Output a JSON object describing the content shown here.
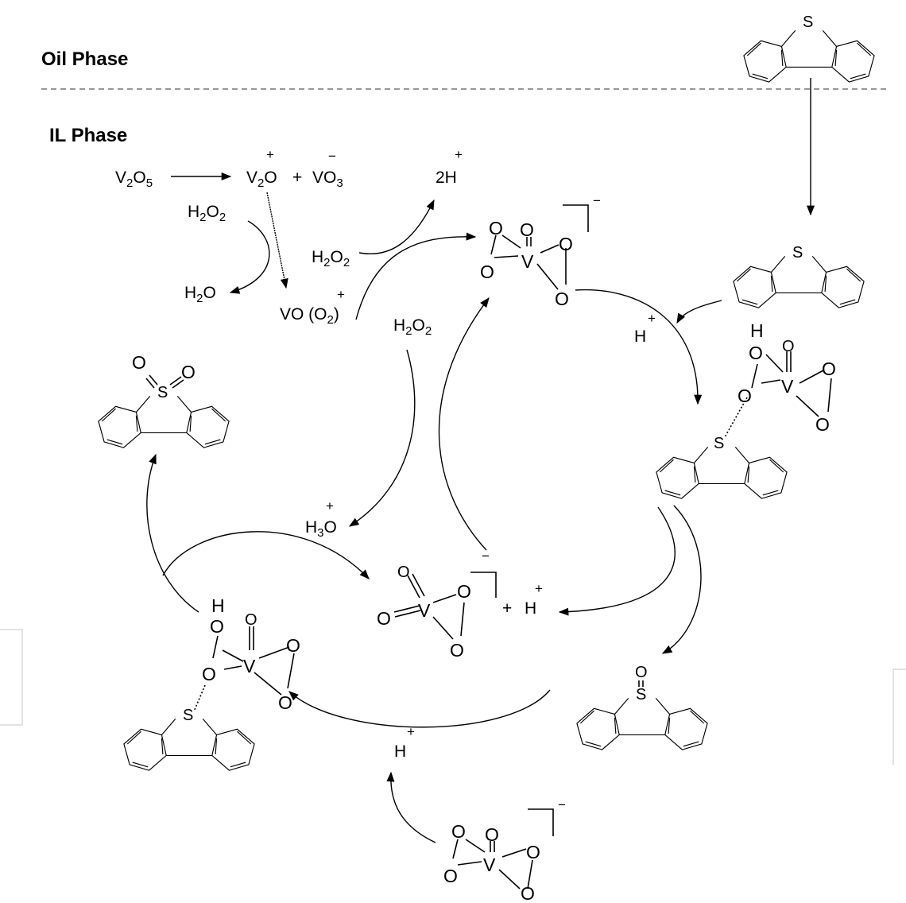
{
  "phases": {
    "oil": "Oil Phase",
    "il": "IL Phase"
  },
  "species": {
    "v2o5": [
      "V",
      "2",
      "O",
      "5"
    ],
    "v2o_plus": [
      "V",
      "2",
      "O"
    ],
    "plus": "+",
    "minus": "−",
    "vo3": [
      "VO",
      "3"
    ],
    "h2o2": [
      "H",
      "2",
      "O",
      "2"
    ],
    "h2o": [
      "H",
      "2",
      "O"
    ],
    "vo_o2": [
      "VO (O",
      "2",
      ")"
    ],
    "two_h": "2H",
    "h": "H",
    "h3o": [
      "H",
      "3",
      "O"
    ]
  },
  "atoms": {
    "s": "S",
    "o": "O",
    "v": "V",
    "h": "H"
  },
  "styles": {
    "line_color": "#000000",
    "separator_color": "#777777",
    "frame_color": "#d8d8d8"
  }
}
